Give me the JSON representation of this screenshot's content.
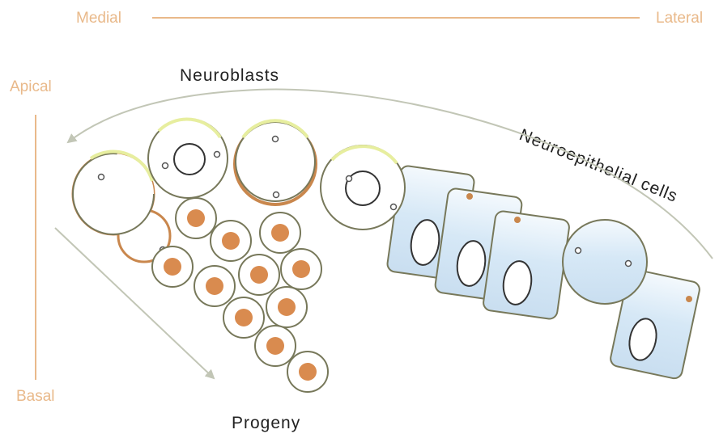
{
  "axes": {
    "medial": "Medial",
    "lateral": "Lateral",
    "apical": "Apical",
    "basal": "Basal"
  },
  "labels": {
    "neuroblasts": "Neuroblasts",
    "neuroepithelial": "Neuroepithelial cells",
    "progeny": "Progeny"
  },
  "colors": {
    "axis": "#e9b98a",
    "cell_outline": "#77785a",
    "cell_fill": "#ffffff",
    "cell_tint": "#e7ee9f",
    "cortex": "#c9874d",
    "nucleus_fill": "#d98b4f",
    "epithelial_fill": "#dcebf8",
    "arrow": "#c2c6b6"
  }
}
